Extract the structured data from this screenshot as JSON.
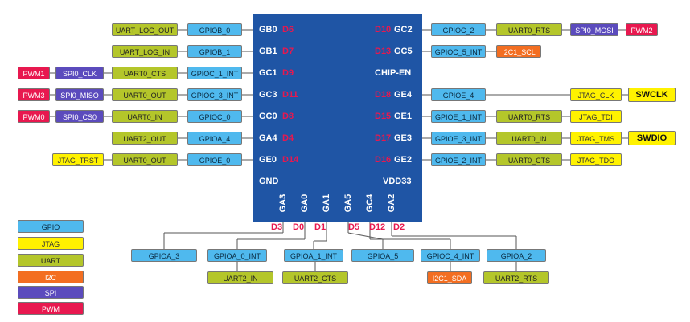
{
  "chip": {
    "left_pins": [
      {
        "name": "GB0",
        "d": "D6"
      },
      {
        "name": "GB1",
        "d": "D7"
      },
      {
        "name": "GC1",
        "d": "D9"
      },
      {
        "name": "GC3",
        "d": "D11"
      },
      {
        "name": "GC0",
        "d": "D8"
      },
      {
        "name": "GA4",
        "d": "D4"
      },
      {
        "name": "GE0",
        "d": "D14"
      },
      {
        "name": "GND",
        "d": ""
      }
    ],
    "right_pins": [
      {
        "name": "GC2",
        "d": "D10"
      },
      {
        "name": "GC5",
        "d": "D13"
      },
      {
        "name": "CHIP-EN",
        "d": ""
      },
      {
        "name": "GE4",
        "d": "D18"
      },
      {
        "name": "GE1",
        "d": "D15"
      },
      {
        "name": "GE3",
        "d": "D17"
      },
      {
        "name": "GE2",
        "d": "D16"
      },
      {
        "name": "VDD33",
        "d": ""
      }
    ],
    "bottom_pins": [
      {
        "name": "GA3",
        "d": "D3"
      },
      {
        "name": "GA0",
        "d": "D0"
      },
      {
        "name": "GA1",
        "d": "D1"
      },
      {
        "name": "GA5",
        "d": "D5"
      },
      {
        "name": "GC4",
        "d": "D12"
      },
      {
        "name": "GA2",
        "d": "D2"
      }
    ]
  },
  "left_labels": [
    [
      "UART_LOG_OUT",
      "GPIOB_0"
    ],
    [
      "UART_LOG_IN",
      "GPIOB_1"
    ],
    [
      "PWM1",
      "SPI0_CLK",
      "UART0_CTS",
      "GPIOC_1_INT"
    ],
    [
      "PWM3",
      "SPI0_MISO",
      "UART0_OUT",
      "GPIOC_3_INT"
    ],
    [
      "PWM0",
      "SPI0_CS0",
      "UART0_IN",
      "GPIOC_0"
    ],
    [
      "UART2_OUT",
      "GPIOA_4"
    ],
    [
      "JTAG_TRST",
      "UART0_OUT",
      "GPIOE_0"
    ]
  ],
  "right_labels": [
    [
      "GPIOC_2",
      "UART0_RTS",
      "SPI0_MOSI",
      "PWM2"
    ],
    [
      "GPIOC_5_INT",
      "I2C1_SCL"
    ],
    [],
    [
      "GPIOE_4",
      "JTAG_CLK",
      "SWCLK"
    ],
    [
      "GPIOE_1_INT",
      "UART0_RTS",
      "JTAG_TDI"
    ],
    [
      "GPIOE_3_INT",
      "UART0_IN",
      "JTAG_TMS",
      "SWDIO"
    ],
    [
      "GPIOE_2_INT",
      "UART0_CTS",
      "JTAG_TDO"
    ],
    []
  ],
  "bottom_labels": {
    "row1": [
      "GPIOA_3",
      "GPIOA_0_INT",
      "GPIOA_1_INT",
      "GPIOA_5",
      "GPIOC_4_INT",
      "GPIOA_2"
    ],
    "row2": [
      "UART2_IN",
      "UART2_CTS",
      "I2C1_SDA",
      "UART2_RTS"
    ]
  },
  "legend": [
    "GPIO",
    "JTAG",
    "UART",
    "I2C",
    "SPI",
    "PWM"
  ],
  "colors": {
    "chip": "#1f55a5",
    "gpio": "#4fb9ee",
    "jtag": "#fff200",
    "uart": "#b4c62a",
    "i2c": "#f36e21",
    "spi": "#5b4bbd",
    "pwm": "#e8184f"
  }
}
